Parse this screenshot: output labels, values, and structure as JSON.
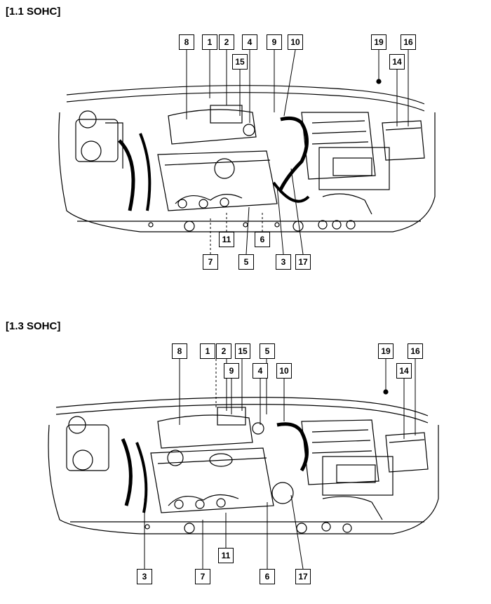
{
  "sections": [
    {
      "title": "[1.1 SOHC]",
      "callouts": [
        "8",
        "1",
        "2",
        "4",
        "9",
        "10",
        "15",
        "19",
        "16",
        "14",
        "11",
        "6",
        "7",
        "5",
        "3",
        "17"
      ]
    },
    {
      "title": "[1.3 SOHC]",
      "callouts": [
        "8",
        "1",
        "2",
        "15",
        "5",
        "9",
        "4",
        "10",
        "19",
        "16",
        "14",
        "3",
        "7",
        "11",
        "6",
        "17"
      ]
    }
  ]
}
